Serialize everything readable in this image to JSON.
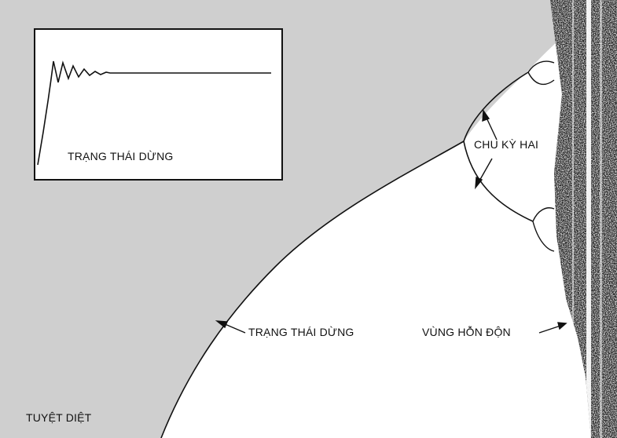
{
  "labels": {
    "inset_state": "TRẠNG THÁI DỪNG",
    "period_two": "CHU KỲ HAI",
    "steady_state": "TRẠNG THÁI DỪNG",
    "chaos_region": "VÙNG HỖN ĐỘN",
    "extinction": "TUYỆT DIỆT"
  },
  "colors": {
    "background_shade": "#cfcfcf",
    "ink": "#111111",
    "paper": "#ffffff"
  }
}
